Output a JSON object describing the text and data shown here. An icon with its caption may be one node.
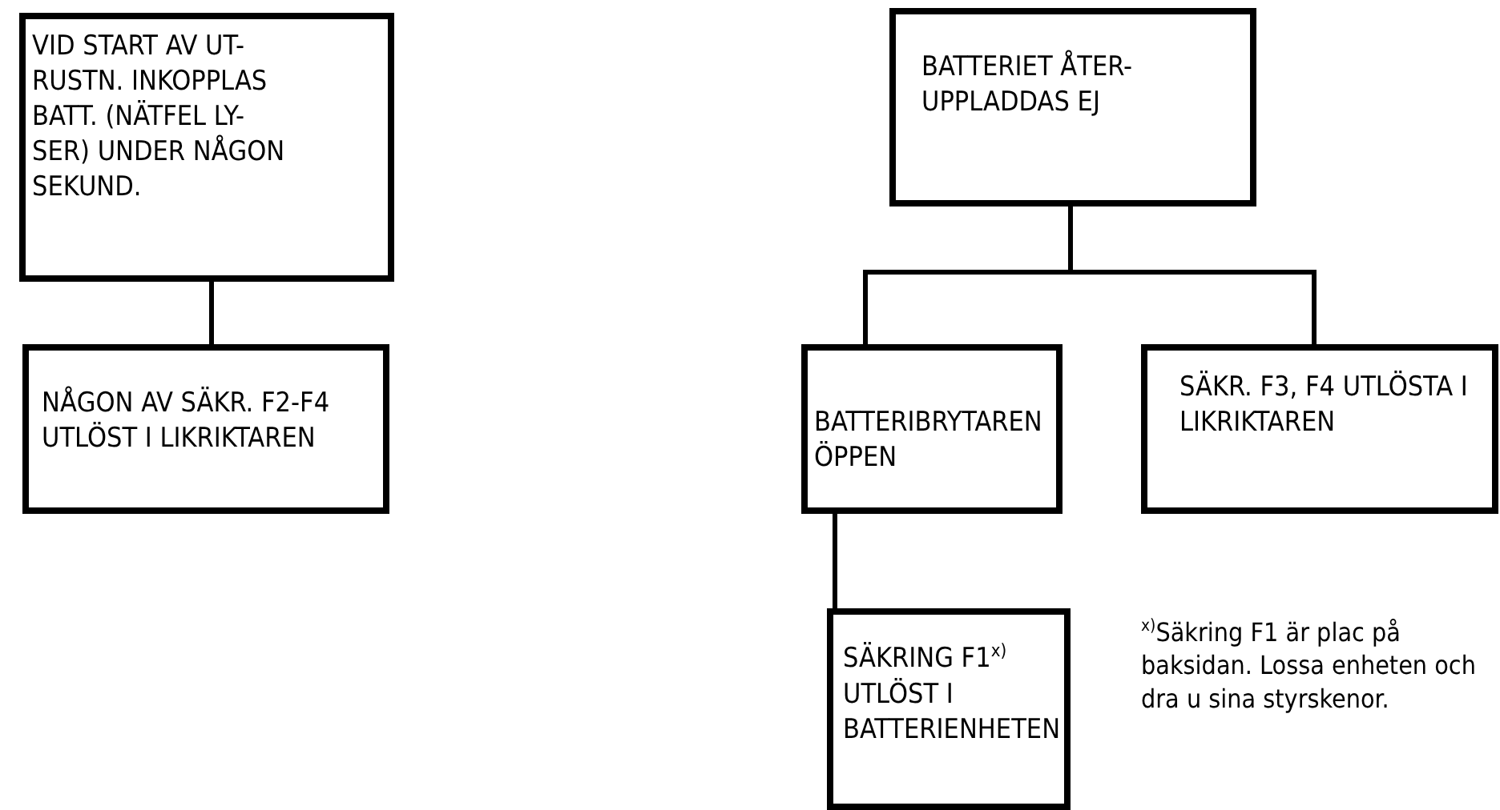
{
  "diagram": {
    "nodes": [
      {
        "text": [
          "VID START AV UT- RUSTN. INKOPPLAS BATT. (NÄTFEL LY- SER) UNDER NÅGON SEKUND."
        ]
      },
      {
        "text": [
          "NÅGON AV SÄKR. F2-F4 UTLÖST I LIKRIKTAREN"
        ]
      },
      {
        "text": [
          "BATTERIET ÅTER- UPPLADDAS EJ"
        ]
      },
      {
        "text": [
          "BATTERIBRYTAREN ÖPPEN"
        ]
      },
      {
        "text": [
          "SÄKR. F3, F4 UTLÖSTA I LIKRIKTAREN"
        ]
      },
      {
        "text": [
          "SÄKRING F1$^{x)}$ UTLÖST I BATTERIENHETEN"
        ]
      }
    ],
    "edges": [
      {
        "from": 0,
        "to": 1,
        "arrow": "none"
      },
      {
        "from": 2,
        "to": 3,
        "arrow": "none"
      },
      {
        "from": 2,
        "to": 4,
        "arrow": "none"
      },
      {
        "from": 3,
        "to": 5,
        "arrow": "none"
      }
    ],
    "labels": [
      "$^{x)}$Säkring F1 är plac på baksidan. Lossa enheten och dra u sina styrskenor."
    ]
  }
}
